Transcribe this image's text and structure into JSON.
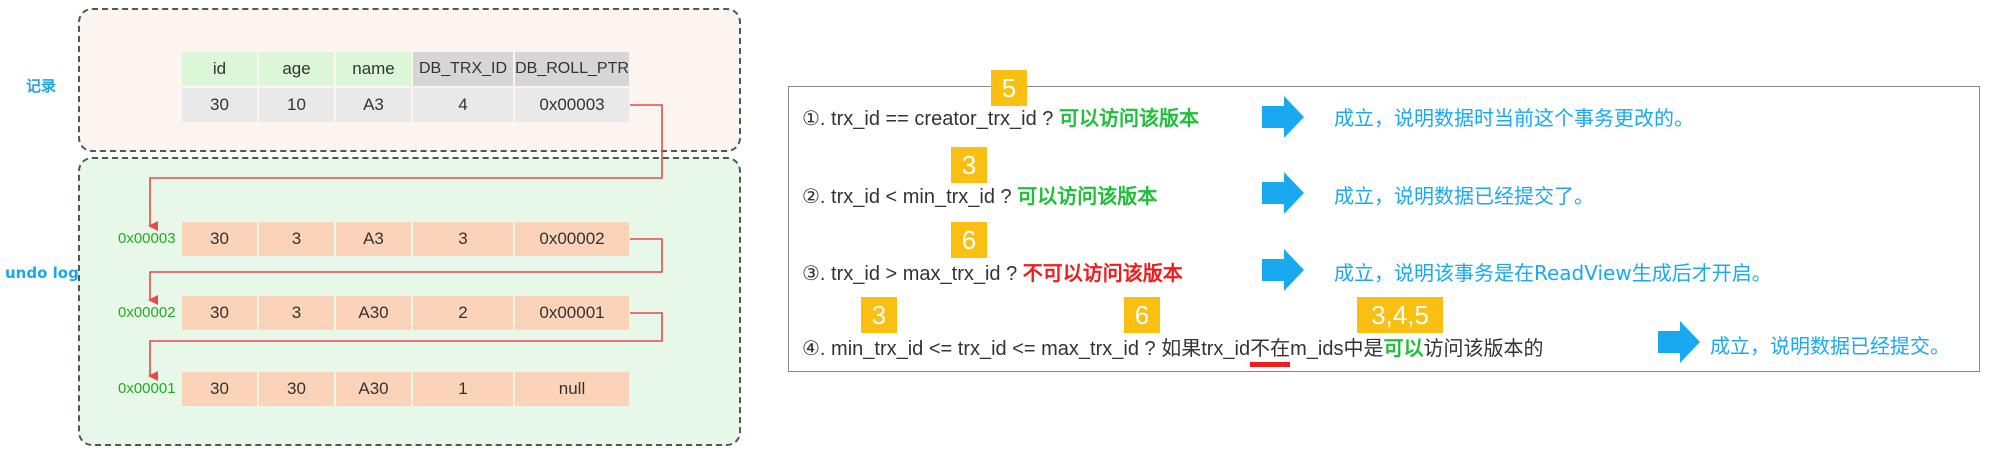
{
  "side_labels": {
    "record": "记录",
    "undo_log": "undo log"
  },
  "columns": [
    "id",
    "age",
    "name",
    "DB_TRX_ID",
    "DB_ROLL_PTR"
  ],
  "record_row": [
    "30",
    "10",
    "A3",
    "4",
    "0x00003"
  ],
  "undo_rows": [
    {
      "addr": "0x00003",
      "cells": [
        "30",
        "3",
        "A3",
        "3",
        "0x00002"
      ]
    },
    {
      "addr": "0x00002",
      "cells": [
        "30",
        "3",
        "A30",
        "2",
        "0x00001"
      ]
    },
    {
      "addr": "0x00001",
      "cells": [
        "30",
        "30",
        "A30",
        "1",
        "null"
      ]
    }
  ],
  "rules": [
    {
      "text": "①. trx_id  == creator_trx_id ?",
      "verdict": "可以访问该版本",
      "result": "成立，说明数据时当前这个事务更改的。"
    },
    {
      "text": "②. trx_id < min_trx_id ?",
      "verdict": "可以访问该版本",
      "result": "成立，说明数据已经提交了。"
    },
    {
      "text": "③. trx_id > max_trx_id ?",
      "verdict": "不可以访问该版本",
      "result": "成立，说明该事务是在ReadView生成后才开启。"
    },
    {
      "text_a": "④. min_trx_id <= trx_id <= max_trx_id ?  如果trx_id",
      "text_b": "不在",
      "text_c": "m_ids中是",
      "verdict": "可以",
      "text_d": "访问该版本的",
      "result": "成立，说明数据已经提交。"
    }
  ],
  "badges": [
    "5",
    "3",
    "6",
    "3",
    "6",
    "3,4,5"
  ],
  "colors": {
    "accent_blue": "#19a9f0",
    "ok_green": "#1fbf3a",
    "no_red": "#ee1c1c",
    "badge": "#f9bf13",
    "pointer": "#e54b4b"
  }
}
